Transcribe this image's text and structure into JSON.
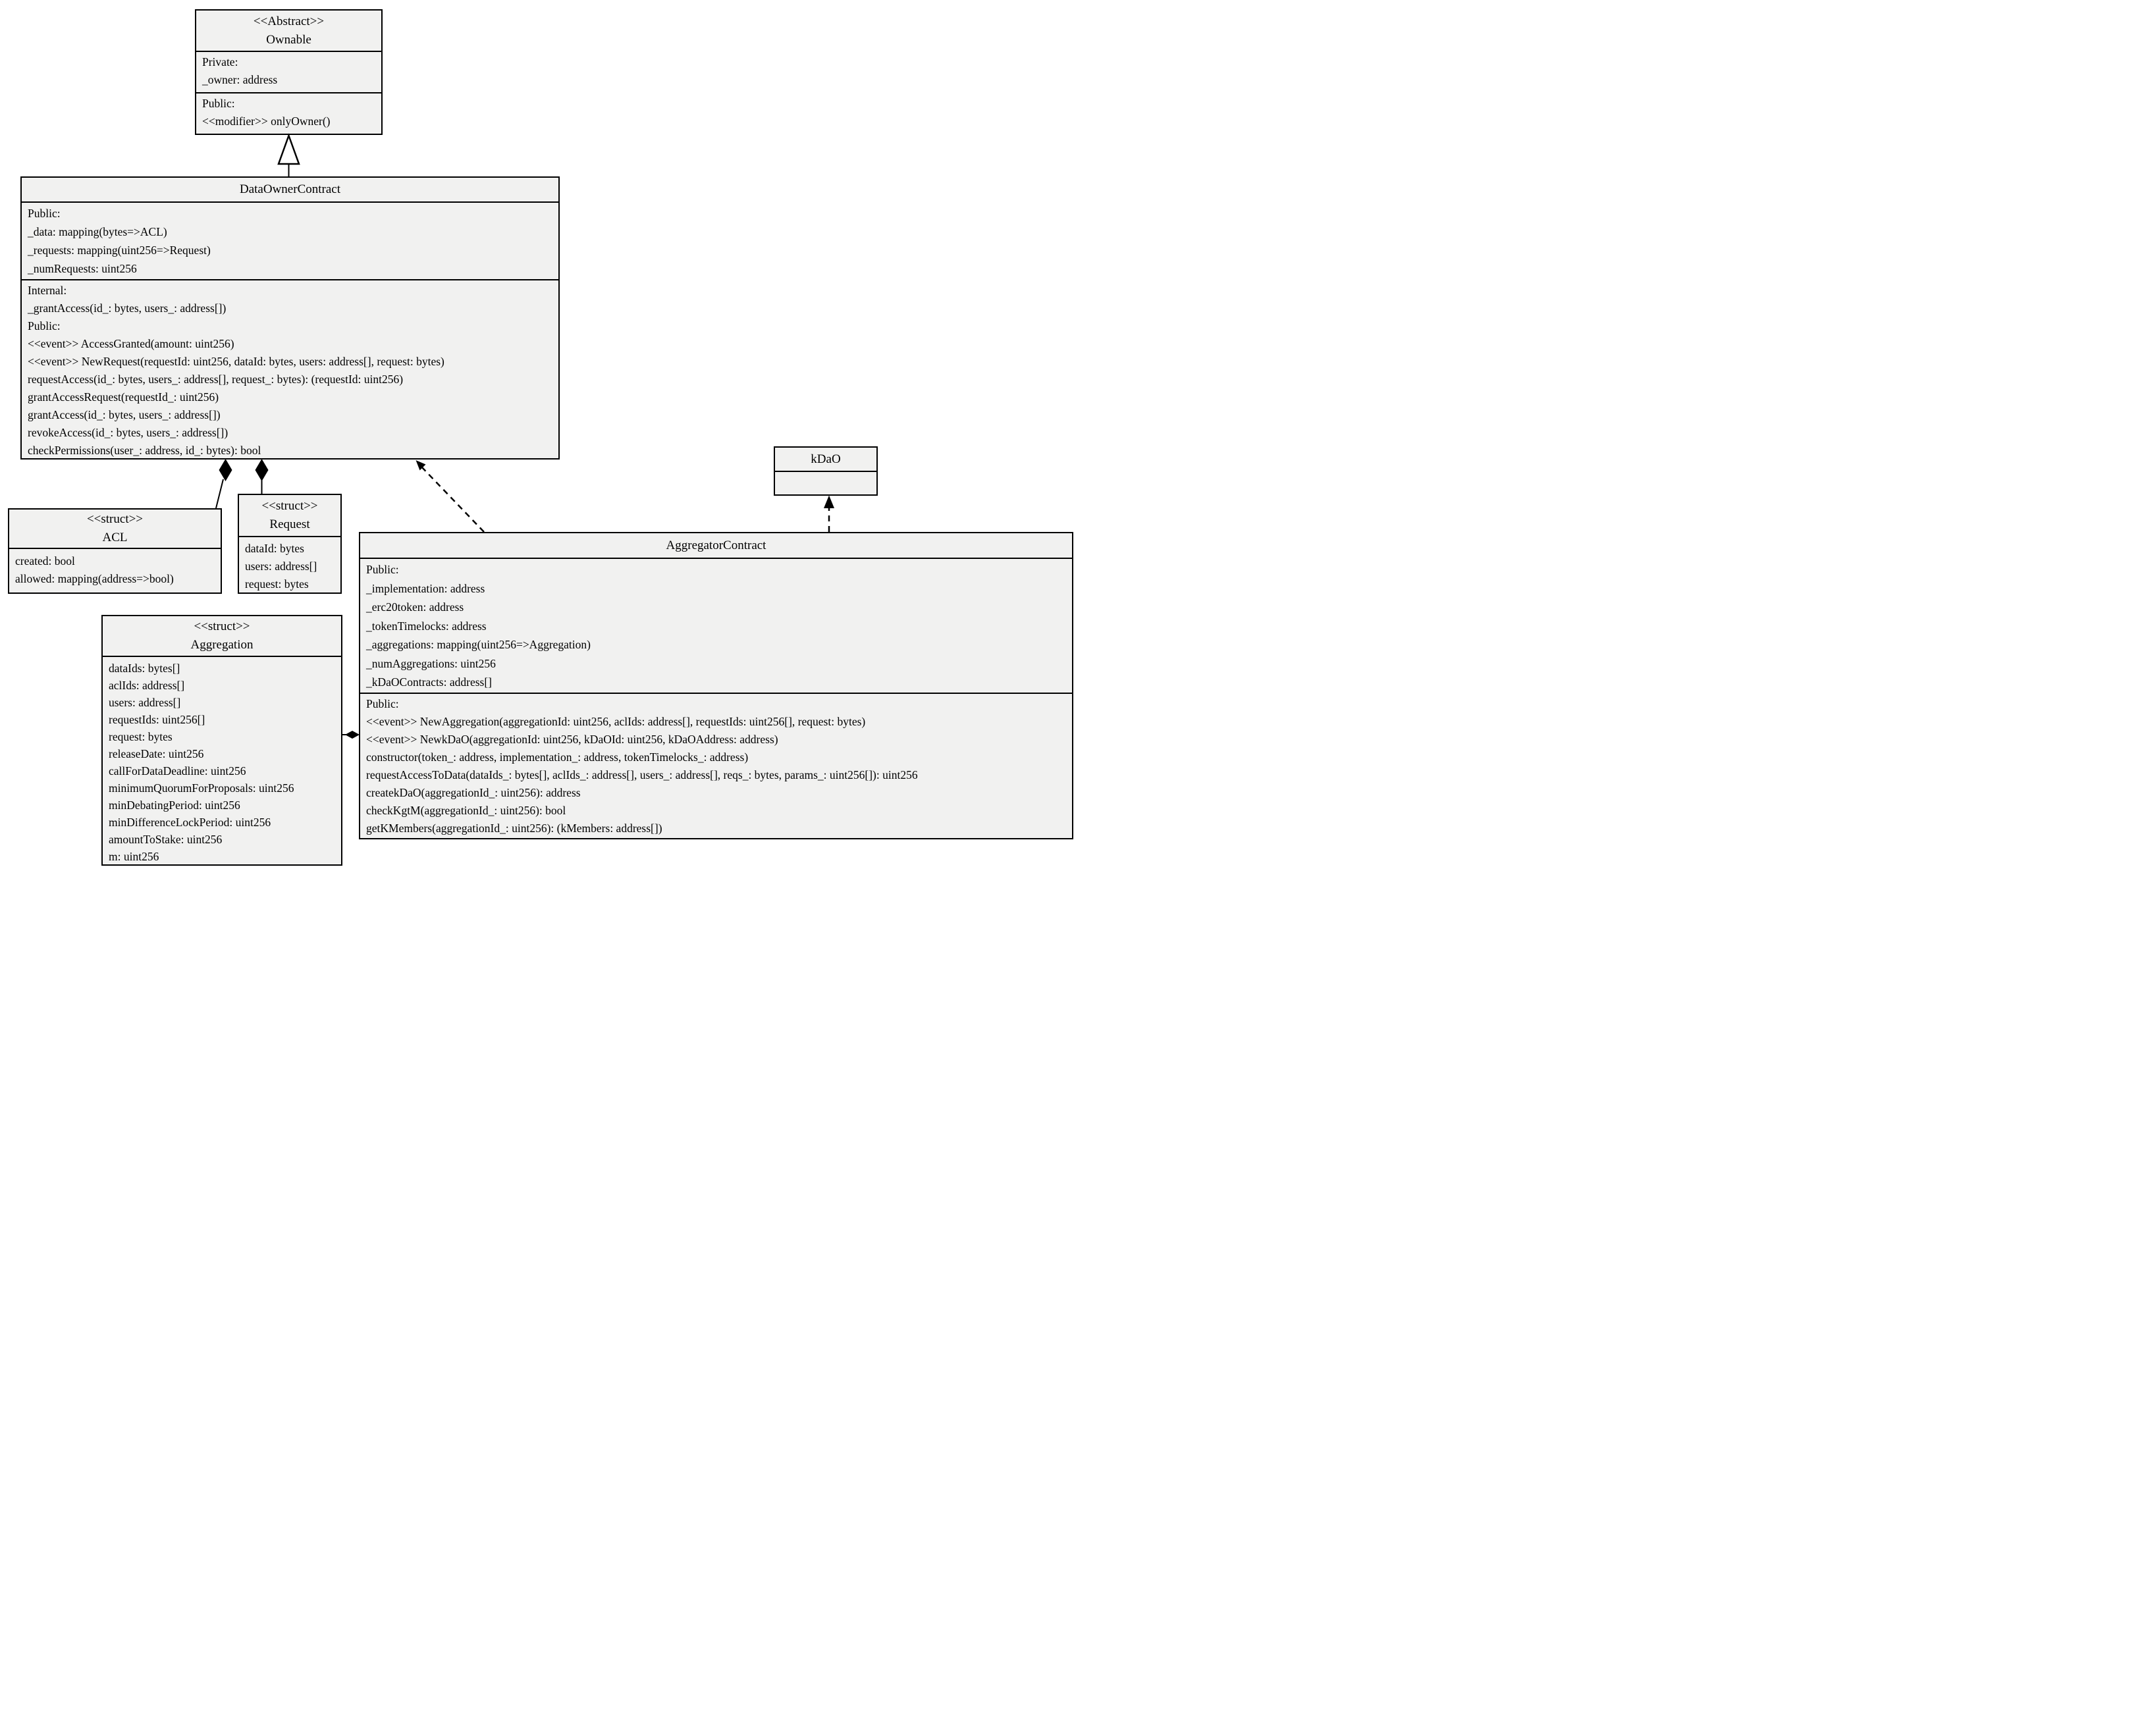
{
  "classes": {
    "ownable": {
      "stereotype": "<<Abstract>>",
      "name": "Ownable",
      "private_section": [
        "Private:",
        "_owner: address"
      ],
      "public_section": [
        "Public:",
        "<<modifier>> onlyOwner()"
      ]
    },
    "dataOwnerContract": {
      "name": "DataOwnerContract",
      "attributes": [
        "Public:",
        "_data: mapping(bytes=>ACL)",
        "_requests: mapping(uint256=>Request)",
        "_numRequests: uint256"
      ],
      "methods": [
        "Internal:",
        "_grantAccess(id_: bytes, users_: address[])",
        "Public:",
        "<<event>> AccessGranted(amount: uint256)",
        "<<event>> NewRequest(requestId: uint256, dataId: bytes, users: address[], request: bytes)",
        "requestAccess(id_: bytes, users_: address[], request_: bytes): (requestId: uint256)",
        "grantAccessRequest(requestId_: uint256)",
        "grantAccess(id_: bytes, users_: address[])",
        "revokeAccess(id_: bytes, users_: address[])",
        "checkPermissions(user_: address, id_: bytes): bool"
      ]
    },
    "acl": {
      "stereotype": "<<struct>>",
      "name": "ACL",
      "fields": [
        "created: bool",
        "allowed: mapping(address=>bool)"
      ]
    },
    "request": {
      "stereotype": "<<struct>>",
      "name": "Request",
      "fields": [
        "dataId: bytes",
        "users: address[]",
        "request: bytes"
      ]
    },
    "aggregation": {
      "stereotype": "<<struct>>",
      "name": "Aggregation",
      "fields": [
        "dataIds: bytes[]",
        "aclIds: address[]",
        "users: address[]",
        "requestIds: uint256[]",
        "request: bytes",
        "releaseDate: uint256",
        "callForDataDeadline: uint256",
        "minimumQuorumForProposals: uint256",
        "minDebatingPeriod: uint256",
        "minDifferenceLockPeriod: uint256",
        "amountToStake: uint256",
        "m: uint256"
      ]
    },
    "kDaO": {
      "name": "kDaO"
    },
    "aggregatorContract": {
      "name": "AggregatorContract",
      "attributes": [
        "Public:",
        "_implementation: address",
        "_erc20token: address",
        "_tokenTimelocks: address",
        "_aggregations: mapping(uint256=>Aggregation)",
        "_numAggregations: uint256",
        "_kDaOContracts: address[]"
      ],
      "methods": [
        "Public:",
        "<<event>> NewAggregation(aggregationId: uint256, aclIds: address[], requestIds: uint256[], request: bytes)",
        "<<event>> NewkDaO(aggregationId: uint256, kDaOId: uint256, kDaOAddress: address)",
        "constructor(token_: address, implementation_: address, tokenTimelocks_: address)",
        "requestAccessToData(dataIds_: bytes[], aclIds_: address[], users_: address[], reqs_: bytes, params_: uint256[]): uint256",
        "createkDaO(aggregationId_: uint256): address",
        "checkKgtM(aggregationId_: uint256): bool",
        "getKMembers(aggregationId_: uint256): (kMembers: address[])"
      ]
    }
  },
  "edges": [
    {
      "type": "generalization",
      "from": "DataOwnerContract",
      "to": "Ownable"
    },
    {
      "type": "composition",
      "from": "DataOwnerContract",
      "to": "ACL"
    },
    {
      "type": "composition",
      "from": "DataOwnerContract",
      "to": "Request"
    },
    {
      "type": "dependency",
      "from": "AggregatorContract",
      "to": "DataOwnerContract"
    },
    {
      "type": "dependency",
      "from": "AggregatorContract",
      "to": "kDaO"
    },
    {
      "type": "composition",
      "from": "AggregatorContract",
      "to": "Aggregation"
    }
  ],
  "colors": {
    "box_fill": "#f1f1f0",
    "stroke": "#000000",
    "background": "#ffffff"
  }
}
